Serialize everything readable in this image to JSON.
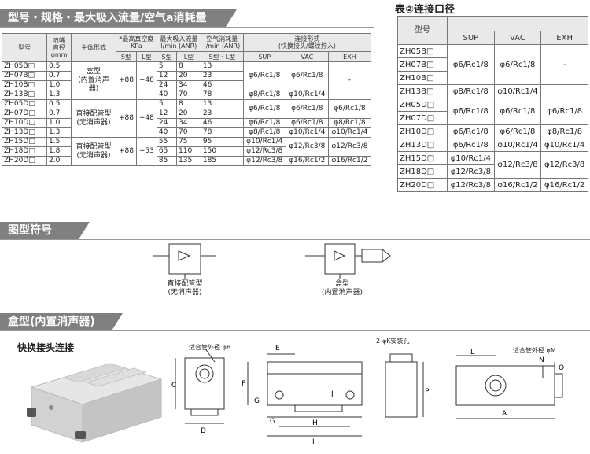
{
  "section1": {
    "title": "型号・规格・最大吸入流量/空气a消耗量"
  },
  "table1": {
    "headers": {
      "model": "型号",
      "diameter": "喷嘴\n直径\nφmm",
      "body": "主体形式",
      "vacuum": "*最高真空度\nKPa",
      "flow": "最大吸入流量\nl/min (ANR)",
      "air": "空气消耗量\nl/min (ANR)",
      "conn": "连接形式\n(快换接头/螺纹拧入)",
      "s_type": "S型",
      "l_type": "L型",
      "sl_type": "S型・L型",
      "sup": "SUP",
      "vac": "VAC",
      "exh": "EXH"
    },
    "rows": [
      {
        "model": "ZH05B□",
        "dia": "0.5",
        "flow_s": "5",
        "flow_l": "8",
        "air": "13"
      },
      {
        "model": "ZH07B□",
        "dia": "0.7",
        "flow_s": "12",
        "flow_l": "20",
        "air": "23"
      },
      {
        "model": "ZH10B□",
        "dia": "1.0",
        "flow_s": "24",
        "flow_l": "34",
        "air": "46"
      },
      {
        "model": "ZH13B□",
        "dia": "1.3",
        "flow_s": "40",
        "flow_l": "70",
        "air": "78"
      },
      {
        "model": "ZH05D□",
        "dia": "0.5",
        "flow_s": "5",
        "flow_l": "8",
        "air": "13"
      },
      {
        "model": "ZH07D□",
        "dia": "0.7",
        "flow_s": "12",
        "flow_l": "20",
        "air": "23"
      },
      {
        "model": "ZH10D□",
        "dia": "1.0",
        "flow_s": "24",
        "flow_l": "34",
        "air": "46"
      },
      {
        "model": "ZH13D□",
        "dia": "1.3",
        "flow_s": "40",
        "flow_l": "70",
        "air": "78"
      },
      {
        "model": "ZH15D□",
        "dia": "1.5",
        "flow_s": "55",
        "flow_l": "75",
        "air": "95"
      },
      {
        "model": "ZH18D□",
        "dia": "1.8",
        "flow_s": "65",
        "flow_l": "110",
        "air": "150"
      },
      {
        "model": "ZH20D□",
        "dia": "2.0",
        "flow_s": "85",
        "flow_l": "135",
        "air": "185"
      }
    ],
    "groups": {
      "g1": {
        "body": "盒型\n(内置消声器)",
        "vac_s": "+88",
        "vac_l": "+48"
      },
      "g2": {
        "body": "直接配管型\n(无消声器)",
        "vac_s": "+88",
        "vac_l": "+48"
      },
      "g3": {
        "body": "直接配管型\n(无消声器)",
        "vac_s": "+88",
        "vac_l": "+53"
      }
    },
    "conn": {
      "sup_6_8": "φ6/Rc1/8",
      "sup_8_8": "φ8/Rc1/8",
      "vac_6_8": "φ6/Rc1/8",
      "vac_10_4": "φ10/Rc1/4",
      "dash": "-",
      "exh_6_8": "φ6/Rc1/8",
      "exh_8_8": "φ8/Rc1/8",
      "exh_10_4": "φ10/Rc1/4",
      "sup_10_4": "φ10/Rc1/4",
      "sup_12_38": "φ12/Rc3/8",
      "vac_12_38": "φ12/Rc3/8",
      "vac_16_12": "φ16/Rc1/2",
      "exh_12_38": "φ12/Rc3/8",
      "exh_16_12": "φ16/Rc1/2"
    }
  },
  "table2": {
    "title": "表②连接口径",
    "headers": {
      "model": "型号",
      "sup": "SUP",
      "vac": "VAC",
      "exh": "EXH"
    },
    "models": [
      "ZH05B□",
      "ZH07B□",
      "ZH10B□",
      "ZH13B□",
      "ZH05D□",
      "ZH07D□",
      "ZH10D□",
      "ZH13D□",
      "ZH15D□",
      "ZH18D□",
      "ZH20D□"
    ]
  },
  "section2": {
    "title": "图型符号"
  },
  "symbols": {
    "direct": "直接配管型\n(无消声器)",
    "box": "盒型\n(内置消声器)"
  },
  "section3": {
    "title": "盒型(内置消声器)"
  },
  "drawing": {
    "subtitle": "快换接头连接",
    "pipe_b": "适合管外径 φB",
    "pipe_m": "适合管外径 φM",
    "hole_k": "2-φK安装孔",
    "dims": [
      "C",
      "D",
      "E",
      "F",
      "G",
      "G",
      "H",
      "I",
      "J",
      "P",
      "L",
      "N",
      "O",
      "A"
    ]
  }
}
